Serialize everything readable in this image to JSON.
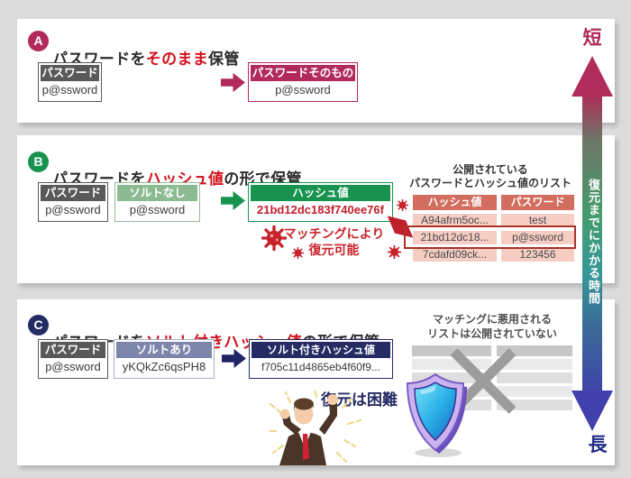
{
  "colors": {
    "background": "#dcdcdc",
    "crimson": "#b12a5b",
    "green": "#17934f",
    "light_green": "#8cba92",
    "navy": "#252c63",
    "slate_blue": "#7e85ab",
    "dark_gray": "#595959",
    "accent_red": "#d0121b",
    "match_red": "#c8232c",
    "hash_value_red": "#c0202e",
    "list_header_salmon": "#d26e5f",
    "list_row_salmon": "#f5cdc3",
    "highlight_border": "#a93226",
    "axis_top": "#b12a5b",
    "axis_bottom": "#232d85"
  },
  "sections": {
    "a": {
      "badge": "A",
      "title_prefix": "パスワードを",
      "title_accent": "そのまま",
      "title_suffix": "保管",
      "password_box": {
        "header": "パスワード",
        "value": "p@ssword"
      },
      "result_box": {
        "header": "パスワードそのもの",
        "value": "p@ssword"
      }
    },
    "b": {
      "badge": "B",
      "title_prefix": "パスワードを",
      "title_accent": "ハッシュ値",
      "title_suffix": "の形で保管",
      "password_box": {
        "header": "パスワード",
        "value": "p@ssword"
      },
      "salt_box": {
        "header": "ソルトなし",
        "value": "p@ssword"
      },
      "hash_box": {
        "header": "ハッシュ値",
        "value": "21bd12dc183f740ee76f"
      },
      "match_note_line1": "マッチングにより",
      "match_note_line2": "復元可能",
      "list_title_line1": "公開されている",
      "list_title_line2": "パスワードとハッシュ値のリスト",
      "table": {
        "headers": [
          "ハッシュ値",
          "パスワード"
        ],
        "rows": [
          [
            "A94afrm5oc...",
            "test"
          ],
          [
            "21bd12dc18...",
            "p@ssword"
          ],
          [
            "7cdafd09ck...",
            "123456"
          ]
        ],
        "highlighted_row_index": 1
      }
    },
    "c": {
      "badge": "C",
      "title_prefix": "パスワードを",
      "title_accent": "ソルト付きハッシュ値",
      "title_suffix": "の形で保管",
      "password_box": {
        "header": "パスワード",
        "value": "p@ssword"
      },
      "salt_box": {
        "header": "ソルトあり",
        "value": "yKQkZc6qsPH8"
      },
      "hash_box": {
        "header": "ソルト付きハッシュ値",
        "value": "f705c11d4865eb4f60f9..."
      },
      "hard_note": "復元は困難",
      "right_note_line1": "マッチングに悪用される",
      "right_note_line2": "リストは公開されていない"
    }
  },
  "axis": {
    "top_label": "短",
    "bottom_label": "長",
    "bar_label": "復元までにかかる時間"
  }
}
